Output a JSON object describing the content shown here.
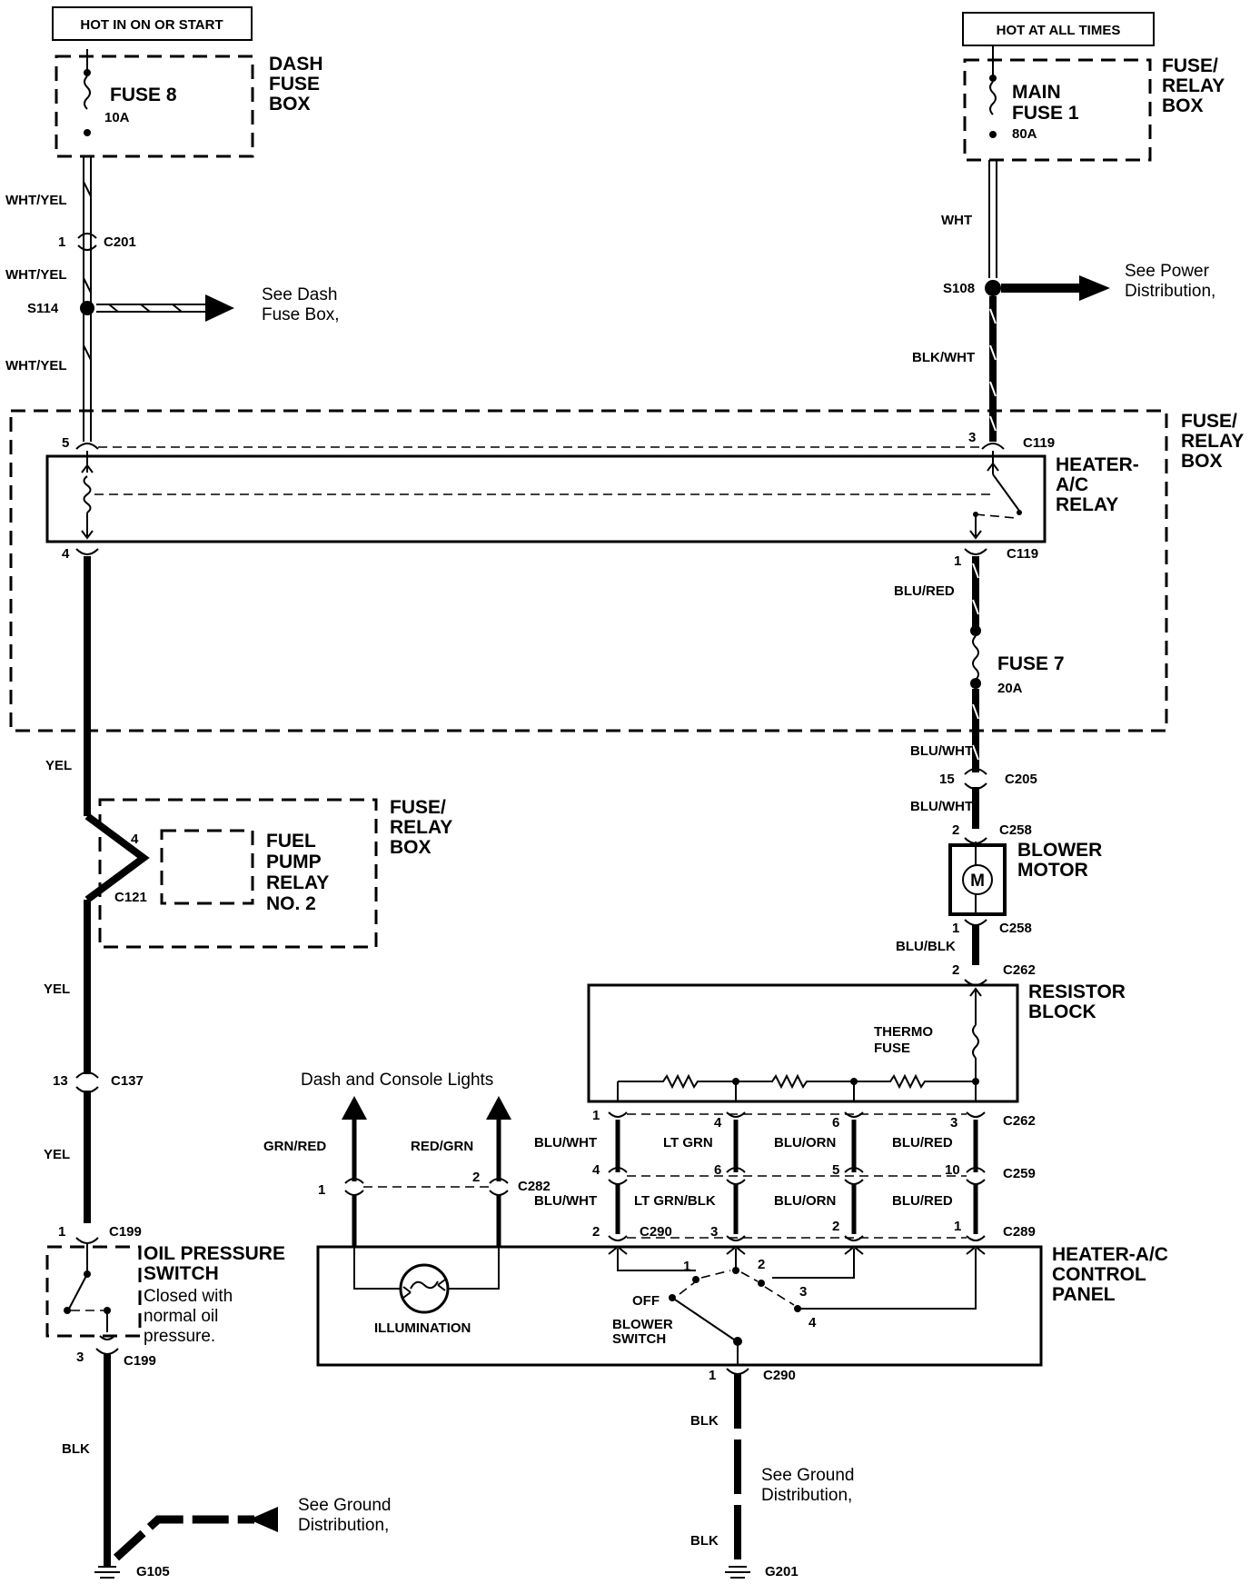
{
  "labels": {
    "hot_in_on": "HOT IN ON OR START",
    "hot_at_all": "HOT AT ALL TIMES",
    "dash_fuse_box": [
      "DASH",
      "FUSE",
      "BOX"
    ],
    "fuse_relay_box": [
      "FUSE/",
      "RELAY",
      "BOX"
    ],
    "fuse8": "FUSE 8",
    "fuse8_rating": "10A",
    "main_fuse": [
      "MAIN",
      "FUSE 1"
    ],
    "main_fuse_rating": "80A",
    "wht_yel": "WHT/YEL",
    "wht": "WHT",
    "blk_wht": "BLK/WHT",
    "c201": "C201",
    "pin1": "1",
    "s114": "S114",
    "s108": "S108",
    "see_dash": [
      "See Dash",
      "Fuse Box,"
    ],
    "see_power": [
      "See Power",
      "Distribution,"
    ],
    "pin5": "5",
    "pin3": "3",
    "c119": "C119",
    "heater_relay": [
      "HEATER-",
      "A/C",
      "RELAY"
    ],
    "pin4": "4",
    "blu_red": "BLU/RED",
    "fuse7": "FUSE 7",
    "fuse7_rating": "20A",
    "yel": "YEL",
    "blu_wht": "BLU/WHT",
    "pin15": "15",
    "c205": "C205",
    "pin2": "2",
    "c258": "C258",
    "blower_motor": [
      "BLOWER",
      "MOTOR"
    ],
    "motor_symbol": "M",
    "fuel_pump": [
      "FUEL",
      "PUMP",
      "RELAY",
      "NO. 2"
    ],
    "c121": "C121",
    "blu_blk": "BLU/BLK",
    "c262": "C262",
    "resistor_block": [
      "RESISTOR",
      "BLOCK"
    ],
    "thermo_fuse": [
      "THERMO",
      "FUSE"
    ],
    "pin13": "13",
    "c137": "C137",
    "dash_console": "Dash and Console Lights",
    "grn_red": "GRN/RED",
    "red_grn": "RED/GRN",
    "c282": "C282",
    "lt_grn": "LT GRN",
    "blu_orn": "BLU/ORN",
    "pin6": "6",
    "pin10": "10",
    "c259": "C259",
    "lt_grn_blk": "LT GRN/BLK",
    "c290": "C290",
    "c289": "C289",
    "c199": "C199",
    "oil_switch": [
      "OIL PRESSURE",
      "SWITCH"
    ],
    "oil_note": [
      "Closed with",
      "normal oil",
      "pressure."
    ],
    "heater_panel": [
      "HEATER-A/C",
      "CONTROL",
      "PANEL"
    ],
    "illumination": "ILLUMINATION",
    "off": "OFF",
    "blower_switch": [
      "BLOWER",
      "SWITCH"
    ],
    "blk": "BLK",
    "see_ground": [
      "See Ground",
      "Distribution,"
    ],
    "g105": "G105",
    "g201": "G201"
  }
}
